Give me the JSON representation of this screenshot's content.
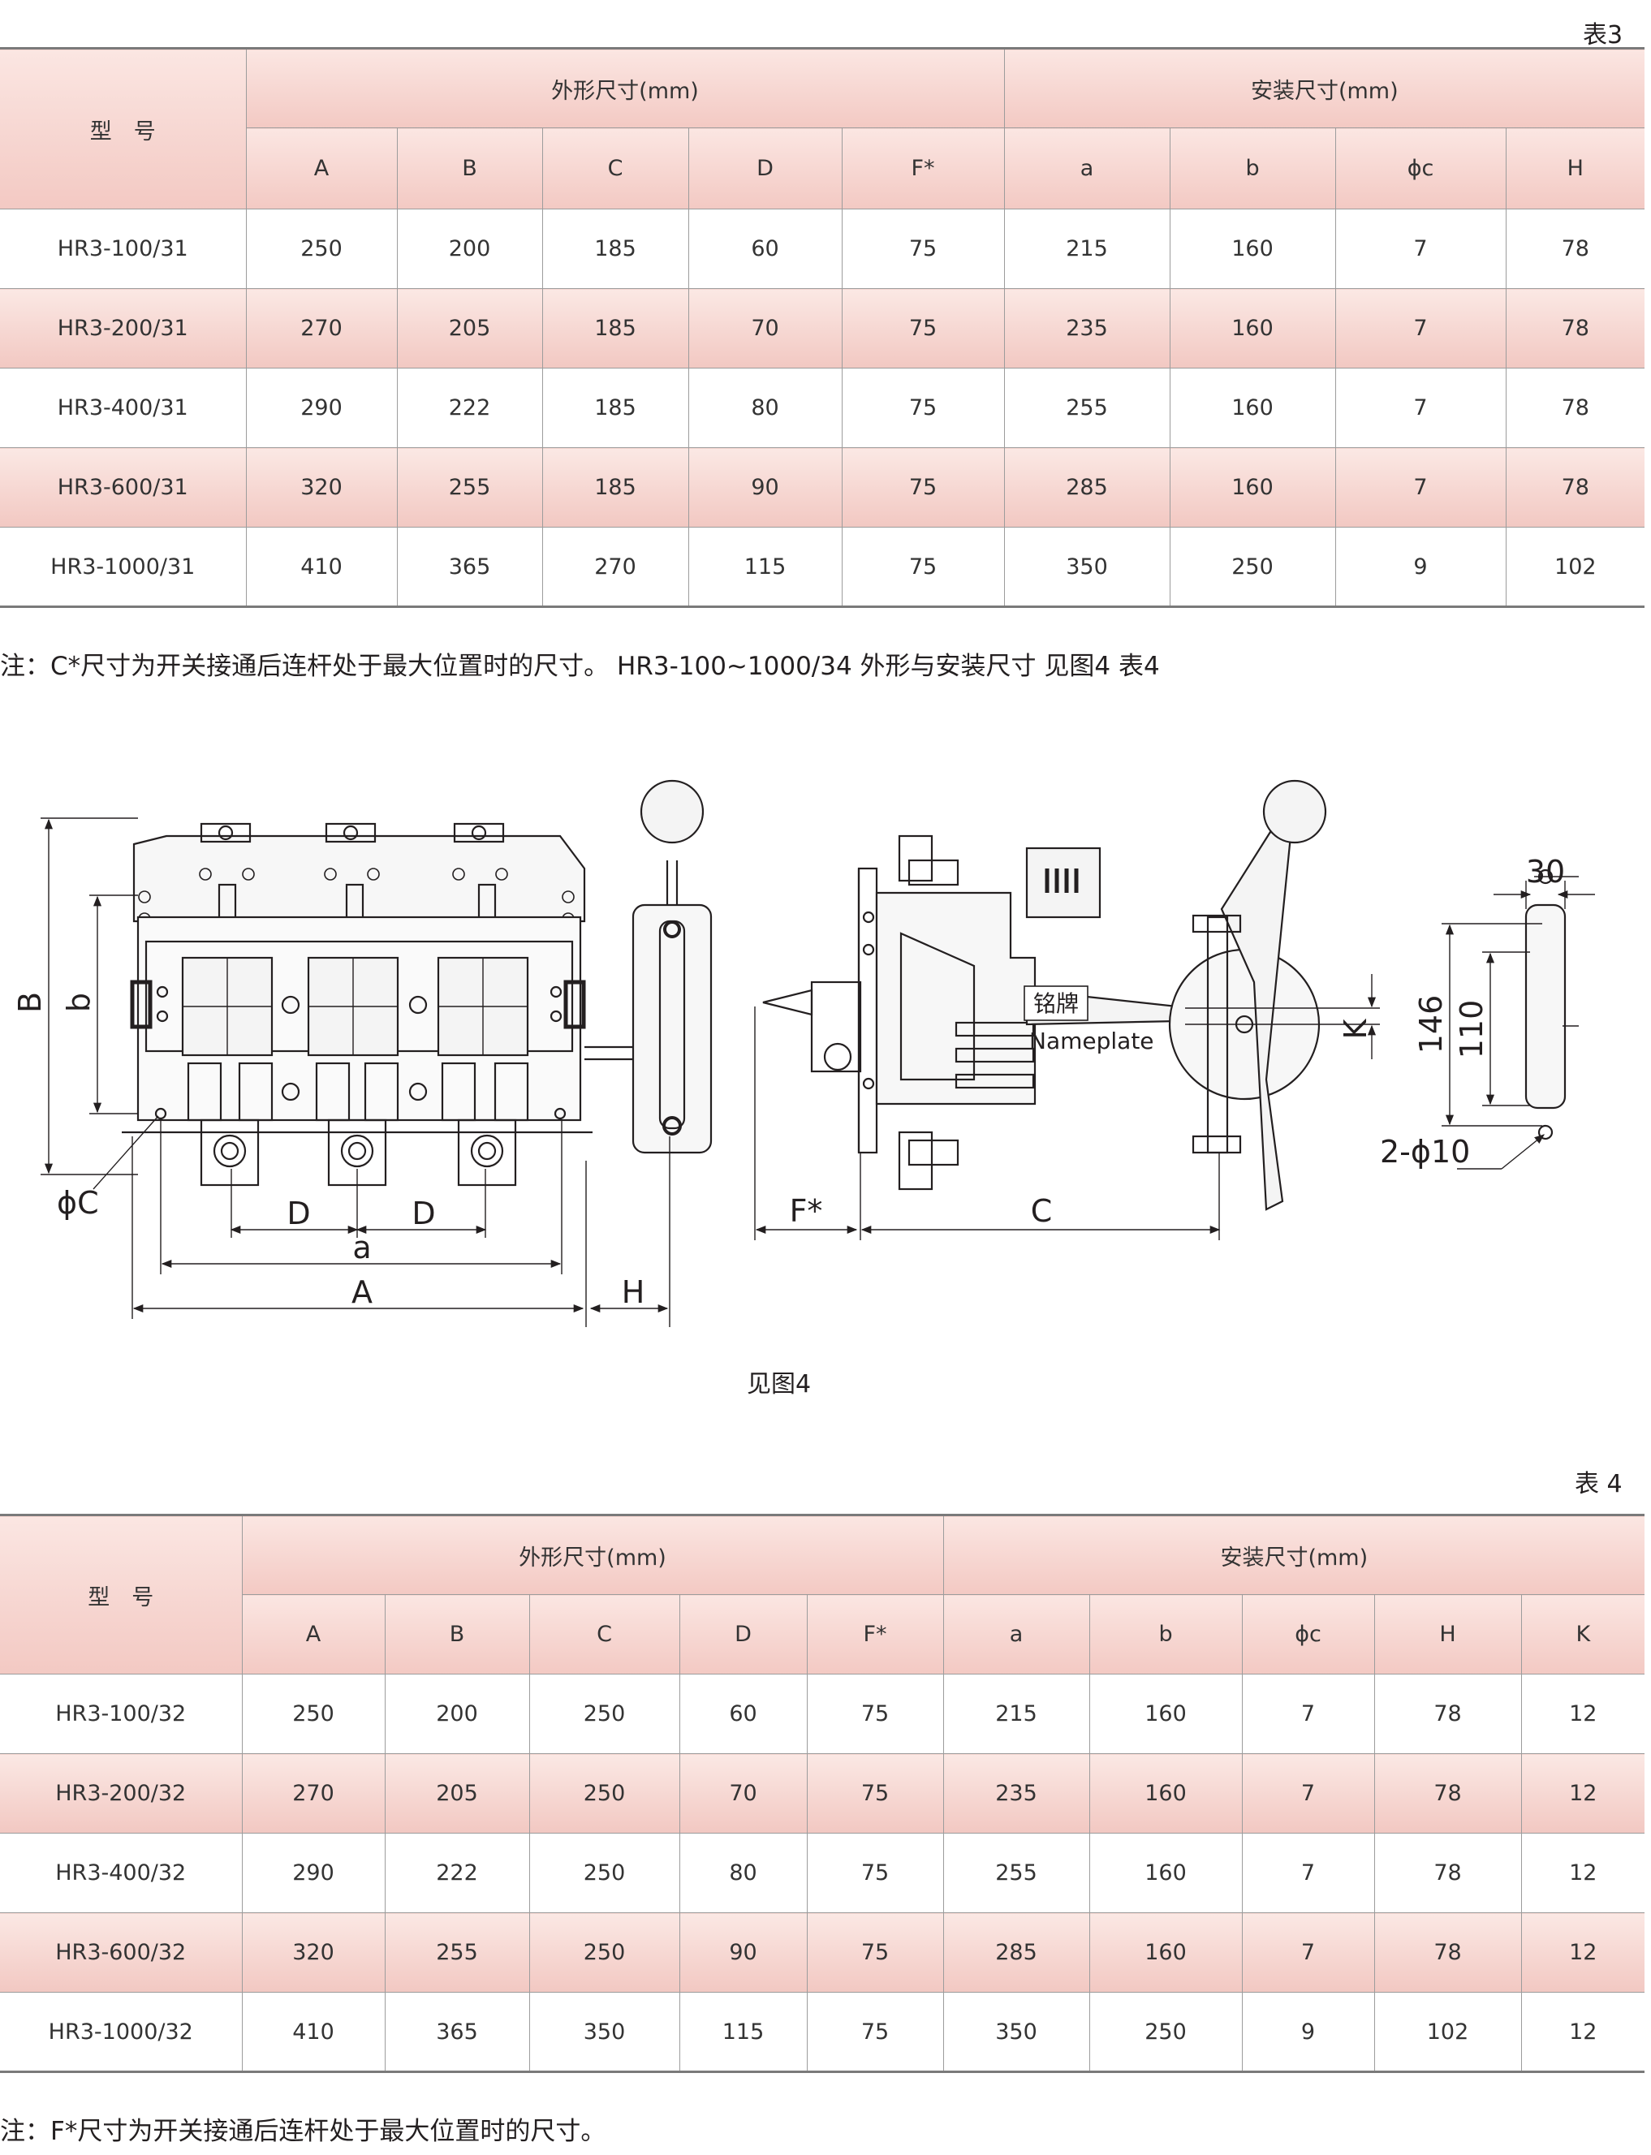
{
  "table3": {
    "caption": "表3",
    "model_header": "型　号",
    "group_outer": "外形尺寸(mm)",
    "group_install": "安装尺寸(mm)",
    "columns": [
      "A",
      "B",
      "C",
      "D",
      "F*",
      "a",
      "b",
      "ϕc",
      "H"
    ],
    "rows": [
      {
        "model": "HR3-100/31",
        "values": [
          "250",
          "200",
          "185",
          "60",
          "75",
          "215",
          "160",
          "7",
          "78"
        ]
      },
      {
        "model": "HR3-200/31",
        "values": [
          "270",
          "205",
          "185",
          "70",
          "75",
          "235",
          "160",
          "7",
          "78"
        ]
      },
      {
        "model": "HR3-400/31",
        "values": [
          "290",
          "222",
          "185",
          "80",
          "75",
          "255",
          "160",
          "7",
          "78"
        ]
      },
      {
        "model": "HR3-600/31",
        "values": [
          "320",
          "255",
          "185",
          "90",
          "75",
          "285",
          "160",
          "7",
          "78"
        ]
      },
      {
        "model": "HR3-1000/31",
        "values": [
          "410",
          "365",
          "270",
          "115",
          "75",
          "350",
          "250",
          "9",
          "102"
        ]
      }
    ]
  },
  "note1": "注：C*尺寸为开关接通后连杆处于最大位置时的尺寸。 HR3-100~1000/34 外形与安装尺寸 见图4  表4",
  "figure": {
    "caption": "见图4",
    "labels": {
      "B": "B",
      "b": "b",
      "phiC": "ϕC",
      "D1": "D",
      "D2": "D",
      "a": "a",
      "A": "A",
      "H": "H",
      "Fstar": "F*",
      "C": "C",
      "nameplate_cn": "铭牌",
      "nameplate_en": "Nameplate",
      "K": "K",
      "d30": "30",
      "d146": "146",
      "d110": "110",
      "holes": "2-ϕ10"
    },
    "colors": {
      "line": "#231f20",
      "fill": "#f4f4f4"
    }
  },
  "table4": {
    "caption": "表 4",
    "model_header": "型　号",
    "group_outer": "外形尺寸(mm)",
    "group_install": "安装尺寸(mm)",
    "columns": [
      "A",
      "B",
      "C",
      "D",
      "F*",
      "a",
      "b",
      "ϕc",
      "H",
      "K"
    ],
    "rows": [
      {
        "model": "HR3-100/32",
        "values": [
          "250",
          "200",
          "250",
          "60",
          "75",
          "215",
          "160",
          "7",
          "78",
          "12"
        ]
      },
      {
        "model": "HR3-200/32",
        "values": [
          "270",
          "205",
          "250",
          "70",
          "75",
          "235",
          "160",
          "7",
          "78",
          "12"
        ]
      },
      {
        "model": "HR3-400/32",
        "values": [
          "290",
          "222",
          "250",
          "80",
          "75",
          "255",
          "160",
          "7",
          "78",
          "12"
        ]
      },
      {
        "model": "HR3-600/32",
        "values": [
          "320",
          "255",
          "250",
          "90",
          "75",
          "285",
          "160",
          "7",
          "78",
          "12"
        ]
      },
      {
        "model": "HR3-1000/32",
        "values": [
          "410",
          "365",
          "350",
          "115",
          "75",
          "350",
          "250",
          "9",
          "102",
          "12"
        ]
      }
    ]
  },
  "note2": "注：F*尺寸为开关接通后连杆处于最大位置时的尺寸。"
}
